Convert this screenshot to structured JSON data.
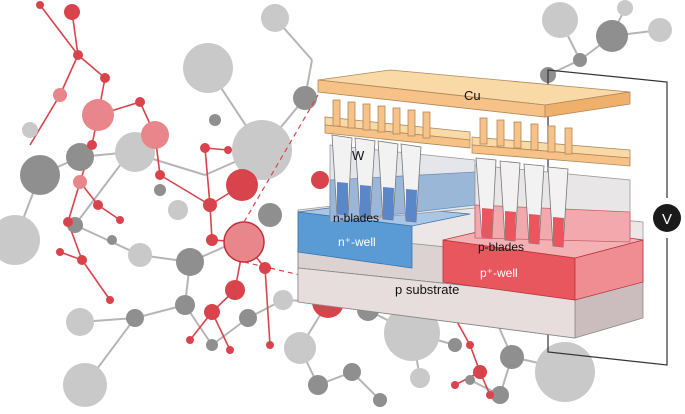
{
  "labels": {
    "cu": "Cu",
    "w": "W",
    "n_blades": "n-blades",
    "p_blades": "p-blades",
    "n_well": "n⁺-well",
    "p_well": "p⁺-well",
    "substrate": "p substrate",
    "voltage": "V"
  },
  "colors": {
    "cu_top": "#f9d9a6",
    "cu_front": "#f6c287",
    "cu_side": "#efb06c",
    "n_well": "#5b9bd5",
    "p_well": "#e8565e",
    "substrate_top": "#e9e1e1",
    "substrate_front": "#dccfd0",
    "net_grey": "#8c8c8c",
    "net_red": "#d9434c",
    "meter": "#1a1a1a"
  }
}
